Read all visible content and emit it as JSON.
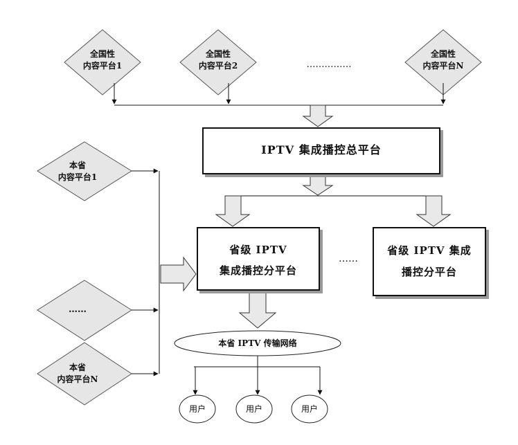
{
  "national_platforms": [
    {
      "line1": "全国性",
      "line2": "内容平台1"
    },
    {
      "line1": "全国性",
      "line2": "内容平台2"
    },
    {
      "line1": "全国性",
      "line2": "内容平台N"
    }
  ],
  "national_ellipsis": "……………",
  "central_platform": "IPTV 集成播控总平台",
  "provincial_platform": {
    "line1": "省级 IPTV",
    "line2": "集成播控分平台"
  },
  "provincial_platform_other": {
    "line1": "省级 IPTV 集成",
    "line2": "播控分平台"
  },
  "provincial_ellipsis": "……",
  "provincial_sources": [
    {
      "line1": "本省",
      "line2": "内容平台1"
    },
    {
      "line1": "……",
      "line2": ""
    },
    {
      "line1": "本省",
      "line2": "内容平台N"
    }
  ],
  "network": "本省 IPTV 传输网络",
  "users": [
    "用户",
    "用户",
    "用户"
  ],
  "colors": {
    "line": "#111111",
    "shape_fill": "#e6e6e6",
    "shape_stroke": "#555555",
    "shadow": "#9a9a9a"
  }
}
